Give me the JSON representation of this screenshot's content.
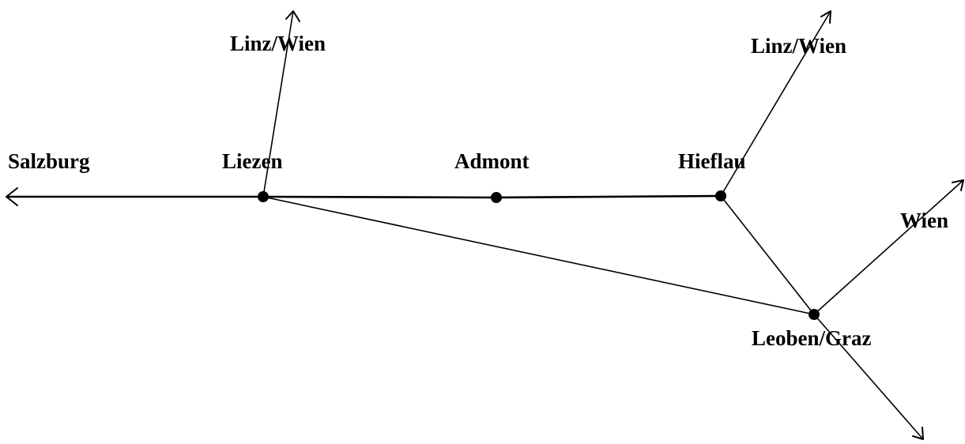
{
  "diagram": {
    "nodes": [
      {
        "id": "liezen",
        "label": "Liezen"
      },
      {
        "id": "admont",
        "label": "Admont"
      },
      {
        "id": "hieflau",
        "label": "Hieflau"
      },
      {
        "id": "leoben_graz",
        "label": "Leoben/Graz"
      }
    ],
    "destinations": [
      {
        "id": "salzburg",
        "label": "Salzburg",
        "from": "liezen"
      },
      {
        "id": "linz_wien_1",
        "label": "Linz/Wien",
        "from": "liezen"
      },
      {
        "id": "linz_wien_2",
        "label": "Linz/Wien",
        "from": "hieflau"
      },
      {
        "id": "wien",
        "label": "Wien",
        "from": "leoben_graz"
      },
      {
        "id": "southeast",
        "label": "",
        "from": "leoben_graz"
      }
    ],
    "edges": [
      {
        "from": "liezen",
        "to": "admont"
      },
      {
        "from": "admont",
        "to": "hieflau"
      },
      {
        "from": "liezen",
        "to": "leoben_graz"
      },
      {
        "from": "hieflau",
        "to": "leoben_graz"
      }
    ],
    "colors": {
      "line": "#000000",
      "node": "#000000",
      "background": "#ffffff"
    }
  }
}
